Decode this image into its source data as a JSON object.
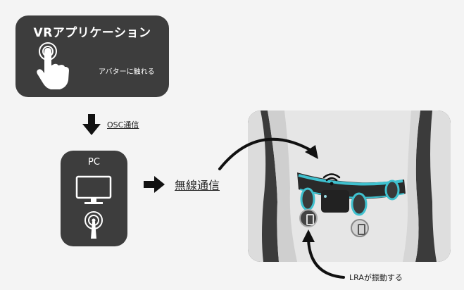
{
  "app_panel": {
    "title": "VRアプリケーション",
    "caption": "アバターに触れる"
  },
  "osc_label": "OSC通信",
  "pc_panel": {
    "title": "PC"
  },
  "wireless_label": "無線通信",
  "lra_label": "LRAが振動する",
  "icons": [
    "hand-touch-icon",
    "down-arrow-icon",
    "monitor-icon",
    "antenna-icon",
    "right-arrow-icon",
    "wifi-icon",
    "vibration-icon"
  ],
  "colors": {
    "panel_bg": "#3d3d3d",
    "belt_accent": "#3fc1cf",
    "text_dark": "#222222"
  }
}
